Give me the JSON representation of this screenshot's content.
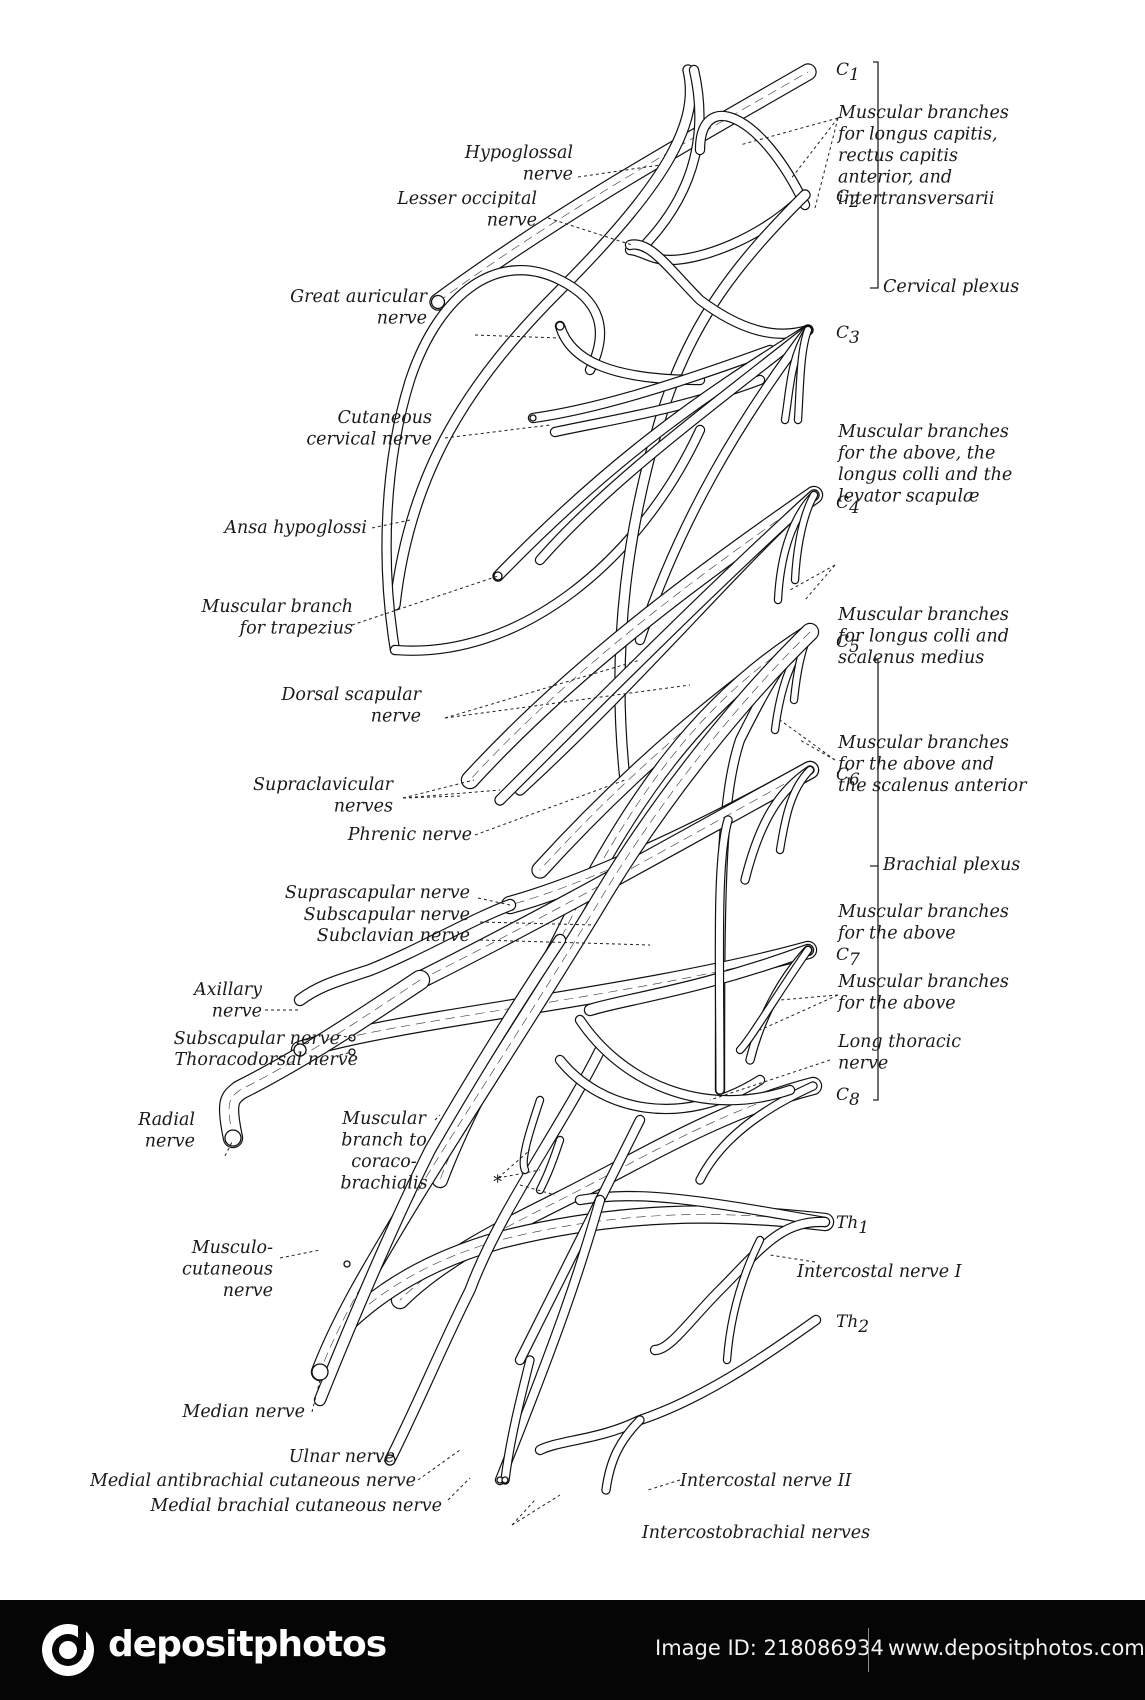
{
  "diagram": {
    "segments": [
      {
        "letter": "C",
        "num": "1"
      },
      {
        "letter": "C",
        "num": "2"
      },
      {
        "letter": "C",
        "num": "3"
      },
      {
        "letter": "C",
        "num": "4"
      },
      {
        "letter": "C",
        "num": "5"
      },
      {
        "letter": "C",
        "num": "6"
      },
      {
        "letter": "C",
        "num": "7"
      },
      {
        "letter": "C",
        "num": "8"
      },
      {
        "letter": "Th",
        "num": "1"
      },
      {
        "letter": "Th",
        "num": "2"
      }
    ],
    "left_labels": [
      {
        "lines": [
          "Hypoglossal",
          "nerve"
        ]
      },
      {
        "lines": [
          "Lesser occipital",
          "nerve"
        ]
      },
      {
        "lines": [
          "Great auricular",
          "nerve"
        ]
      },
      {
        "lines": [
          "Cutaneous",
          "cervical nerve"
        ]
      },
      {
        "lines": [
          "Ansa hypoglossi"
        ]
      },
      {
        "lines": [
          "Muscular branch",
          "for trapezius"
        ]
      },
      {
        "lines": [
          "Dorsal scapular",
          "nerve"
        ]
      },
      {
        "lines": [
          "Supraclavicular",
          "nerves"
        ]
      },
      {
        "lines": [
          "Phrenic nerve"
        ]
      },
      {
        "lines": [
          "Suprascapular nerve"
        ]
      },
      {
        "lines": [
          "Subscapular nerve"
        ]
      },
      {
        "lines": [
          "Subclavian nerve"
        ]
      },
      {
        "lines": [
          "Axillary",
          "nerve"
        ]
      },
      {
        "lines": [
          "Subscapular nerve"
        ]
      },
      {
        "lines": [
          "Thoracodorsal nerve"
        ]
      },
      {
        "lines": [
          "Radial",
          "nerve"
        ]
      },
      {
        "lines": [
          "Muscular",
          "branch to",
          "coraco-",
          "brachialis"
        ]
      },
      {
        "lines": [
          "*"
        ]
      },
      {
        "lines": [
          "Musculo-",
          "cutaneous",
          "nerve"
        ]
      },
      {
        "lines": [
          "Median nerve"
        ]
      },
      {
        "lines": [
          "Ulnar nerve"
        ]
      },
      {
        "lines": [
          "Medial antibrachial cutaneous nerve"
        ]
      },
      {
        "lines": [
          "Medial brachial cutaneous nerve"
        ]
      },
      {
        "lines": [
          "Intercostobrachial nerves"
        ]
      }
    ],
    "right_labels": [
      {
        "lines": [
          "Muscular branches",
          "for longus capitis,",
          "rectus capitis",
          "anterior, and",
          "intertransversarii"
        ]
      },
      {
        "lines": [
          "Cervical plexus"
        ]
      },
      {
        "lines": [
          "Muscular branches",
          "for the above, the",
          "longus colli and the",
          "levator scapulæ"
        ]
      },
      {
        "lines": [
          "Muscular branches",
          "for longus colli and",
          "scalenus medius"
        ]
      },
      {
        "lines": [
          "Muscular branches",
          "for the above and",
          "the scalenus anterior"
        ]
      },
      {
        "lines": [
          "Brachial plexus"
        ]
      },
      {
        "lines": [
          "Muscular branches",
          "for the above"
        ]
      },
      {
        "lines": [
          "Muscular branches",
          "for the above"
        ]
      },
      {
        "lines": [
          "Long thoracic",
          "nerve"
        ]
      },
      {
        "lines": [
          "Intercostal nerve I"
        ]
      },
      {
        "lines": [
          "Intercostal nerve II"
        ]
      }
    ]
  },
  "footer": {
    "brand": "depositphotos",
    "image_id": "Image ID: 218086934",
    "site": "www.depositphotos.com"
  }
}
